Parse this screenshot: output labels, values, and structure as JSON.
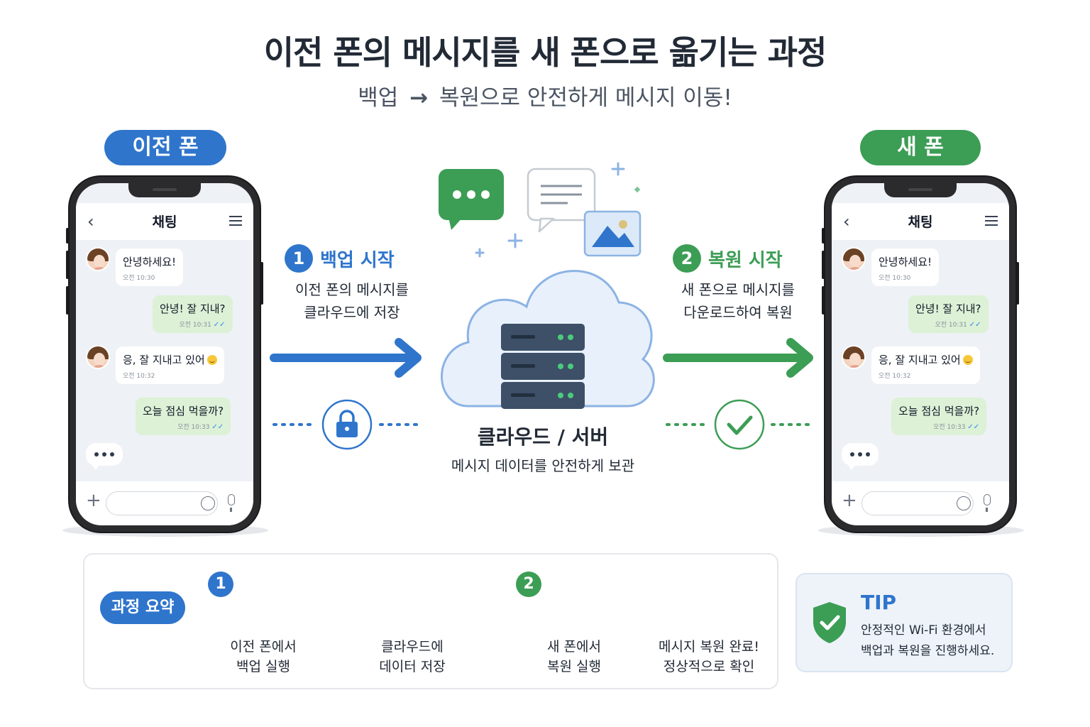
{
  "title": "이전 폰의 메시지를 새 폰으로 옮기는 과정",
  "subtitle": {
    "left": "백업",
    "arrow": "→",
    "right": "복원으로 안전하게 메시지 이동!"
  },
  "old_phone": {
    "label": "이전 폰",
    "header": "채팅",
    "messages": [
      {
        "text": "안녕하세요!",
        "time": "오전 10:30"
      },
      {
        "text": "안녕! 잘 지내?",
        "time": "오전 10:31"
      },
      {
        "text": "응, 잘 지내고 있어",
        "time": "오전 10:32"
      },
      {
        "text": "오늘 점심 먹을까?",
        "time": "오전 10:33"
      }
    ]
  },
  "new_phone": {
    "label": "새 폰",
    "header": "채팅",
    "messages": [
      {
        "text": "안녕하세요!",
        "time": "오전 10:30"
      },
      {
        "text": "안녕! 잘 지내?",
        "time": "오전 10:31"
      },
      {
        "text": "응, 잘 지내고 있어",
        "time": "오전 10:32"
      },
      {
        "text": "오늘 점심 먹을까?",
        "time": "오전 10:33"
      }
    ]
  },
  "step1": {
    "number": "1",
    "title": "백업 시작",
    "desc_line1": "이전 폰의 메시지를",
    "desc_line2": "클라우드에 저장"
  },
  "step2": {
    "number": "2",
    "title": "복원 시작",
    "desc_line1": "새 폰으로 메시지를",
    "desc_line2": "다운로드하여 복원"
  },
  "cloud": {
    "label": "클라우드 / 서버",
    "sub": "메시지 데이터를 안전하게 보관"
  },
  "summary": {
    "label": "과정 요약",
    "items": [
      {
        "number": "1",
        "line1": "이전 폰에서",
        "line2": "백업 실행"
      },
      {
        "number": "",
        "line1": "클라우드에",
        "line2": "데이터 저장"
      },
      {
        "number": "2",
        "line1": "새 폰에서",
        "line2": "복원 실행"
      },
      {
        "number": "",
        "line1": "메시지 복원 완료!",
        "line2": "정상적으로 확인"
      }
    ]
  },
  "tip": {
    "title": "TIP",
    "line1": "안정적인 Wi-Fi 환경에서",
    "line2": "백업과 복원을 진행하세요."
  },
  "icons": {
    "lock": "lock-icon",
    "check": "check-icon",
    "server": "server-icon",
    "shield": "shield-check-icon"
  },
  "colors": {
    "blue": "#2f75cc",
    "green": "#3c9d55",
    "server": "#3d5068"
  }
}
